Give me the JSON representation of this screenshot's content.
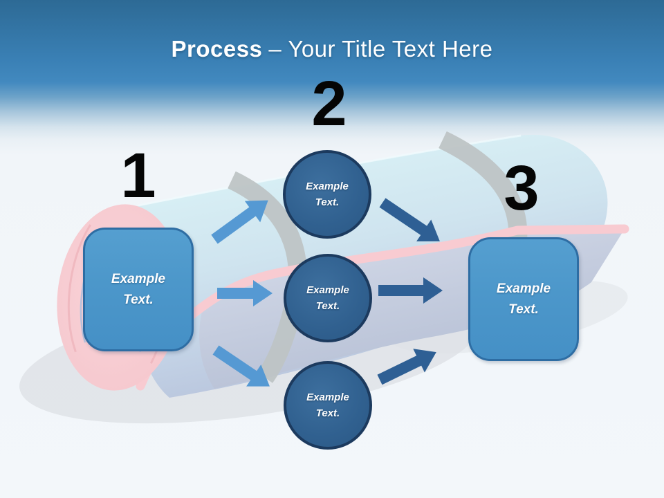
{
  "title": {
    "bold": "Process",
    "rest": "– Your Title Text Here"
  },
  "steps": {
    "one": {
      "number": "1"
    },
    "two": {
      "number": "2"
    },
    "three": {
      "number": "3"
    }
  },
  "shapes": {
    "start_box": {
      "line1": "Example",
      "line2": "Text."
    },
    "top_circle": {
      "line1": "Example",
      "line2": "Text."
    },
    "middle_circle": {
      "line1": "Example",
      "line2": "Text."
    },
    "bottom_circle": {
      "line1": "Example",
      "line2": "Text."
    },
    "end_box": {
      "line1": "Example",
      "line2": "Text."
    }
  },
  "colors": {
    "accent_light": "#5599d3",
    "accent_dark": "#2e5f94",
    "circle_fill": "#30608f",
    "circle_border": "#1c3a5e",
    "box_fill": "#4c97ca",
    "box_border": "#2e6da3",
    "mat_pink": "#f8cbd1",
    "strap_gray": "#bec4c5",
    "header_blue": "#3a80b5",
    "number_black": "#050505",
    "text_white": "#ffffff"
  }
}
